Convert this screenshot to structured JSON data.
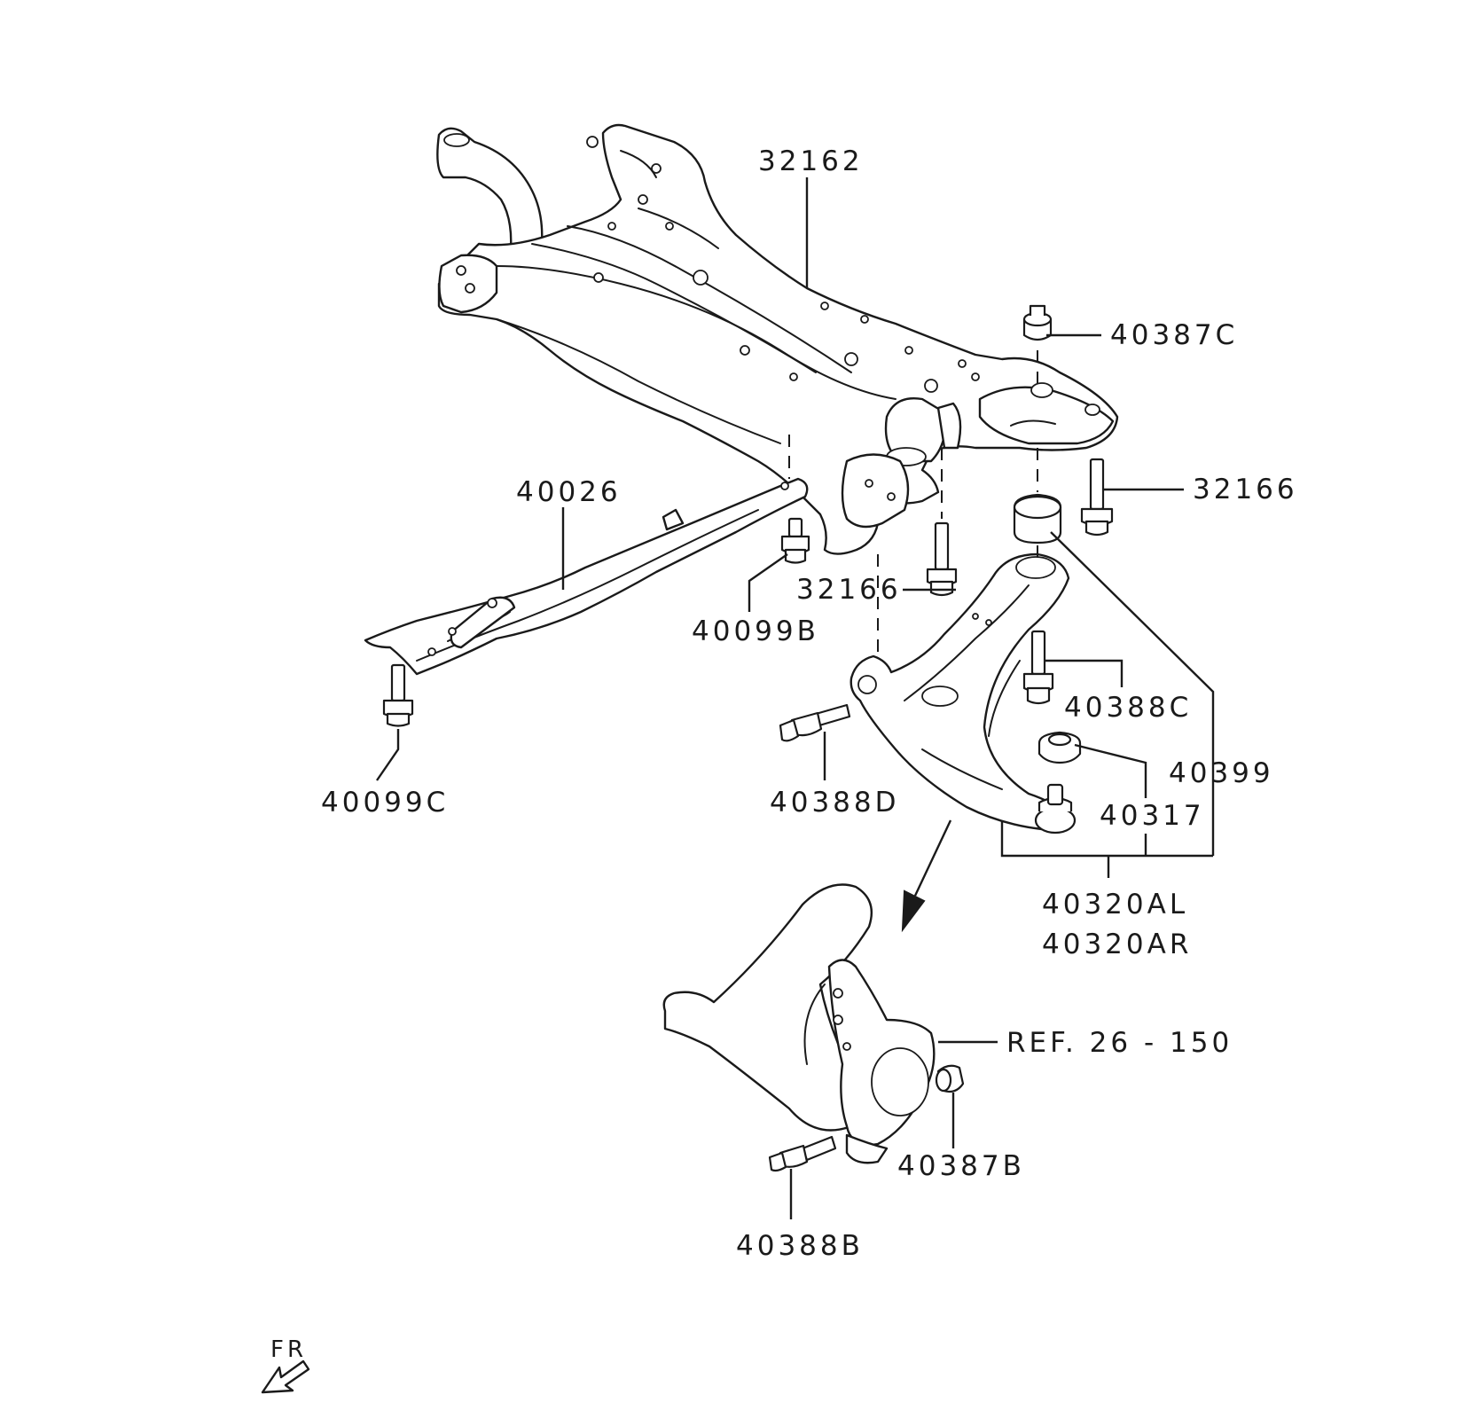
{
  "labels": {
    "p32162": "32162",
    "p40387C": "40387C",
    "p32166_right": "32166",
    "p40026": "40026",
    "p32166_center": "32166",
    "p40099B": "40099B",
    "p40388C": "40388C",
    "p40399": "40399",
    "p40317": "40317",
    "p40099C": "40099C",
    "p40388D": "40388D",
    "p40320AL": "40320AL",
    "p40320AR": "40320AR",
    "ref": "REF. 26 - 150",
    "p40387B": "40387B",
    "p40388B": "40388B",
    "fr": "FR"
  },
  "icons": {
    "front_direction": "hollow-arrow-down-left-icon",
    "exploded_view_arrow": "solid-arrow-down-icon"
  }
}
